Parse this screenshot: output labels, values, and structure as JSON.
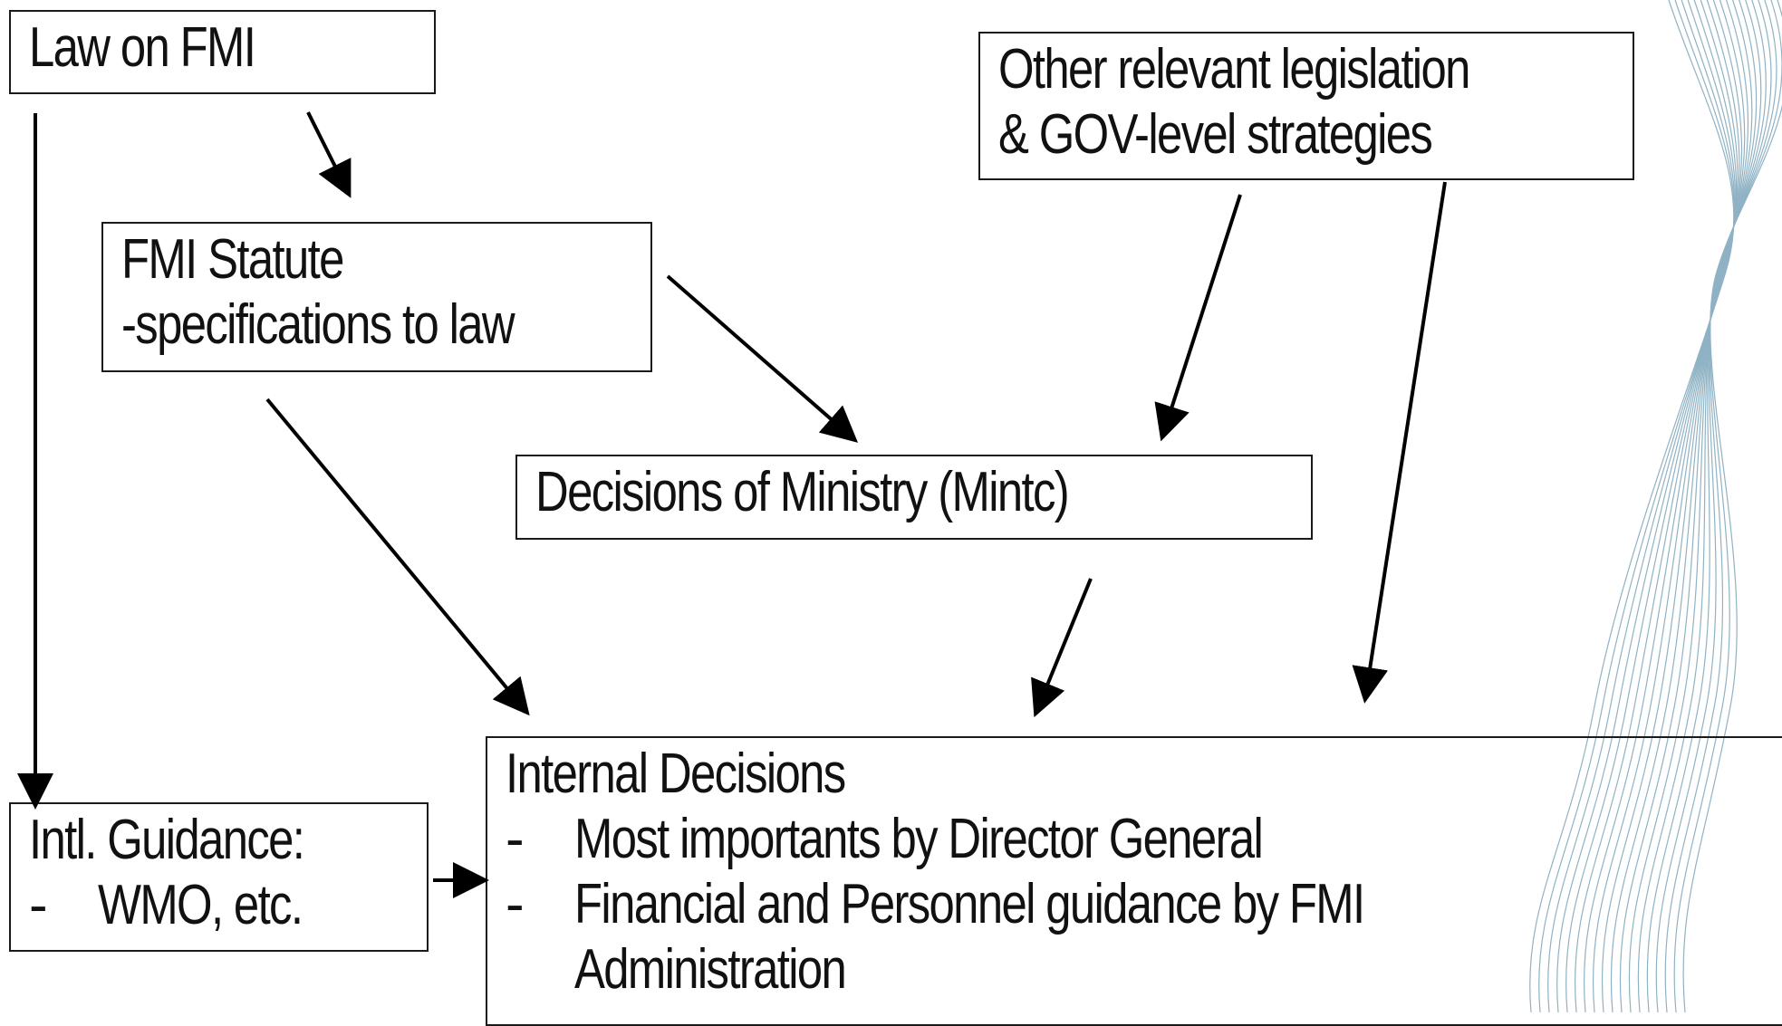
{
  "nodes": {
    "law": {
      "lines": [
        "Law on FMI"
      ]
    },
    "statute": {
      "lines": [
        "FMI Statute",
        "-specifications to law"
      ]
    },
    "other": {
      "lines": [
        "Other relevant legislation",
        "& GOV-level strategies"
      ]
    },
    "ministry": {
      "lines": [
        "Decisions of Ministry (Mintc)"
      ]
    },
    "intl": {
      "title": "Intl. Guidance:",
      "bullets": [
        {
          "dash": "-",
          "text": "WMO, etc."
        }
      ]
    },
    "internal": {
      "title": "Internal Decisions",
      "bullets": [
        {
          "dash": "-",
          "text": "Most importants by Director General"
        },
        {
          "dash": "-",
          "text": "Financial and Personnel guidance by FMI"
        },
        {
          "dash": "",
          "text": "Administration"
        }
      ]
    }
  },
  "colors": {
    "text": "#111111",
    "border": "#1a1a1a",
    "arrow": "#000000",
    "decorative_lines": "#8fb2c4"
  }
}
